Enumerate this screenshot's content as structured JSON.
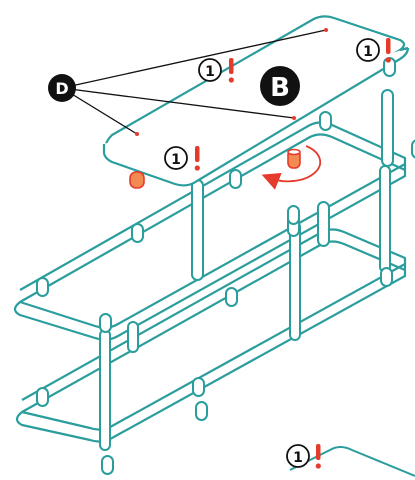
{
  "labels": {
    "part_b": "B",
    "part_d": "D",
    "step_1": "1"
  },
  "colors": {
    "outline": "#2a9d9c",
    "callout_fill": "#111111",
    "warning": "#e53b2c",
    "peg_fill": "#f28a52"
  },
  "icons": [
    "exclamation-warning-icon",
    "rotate-arrow-icon"
  ]
}
